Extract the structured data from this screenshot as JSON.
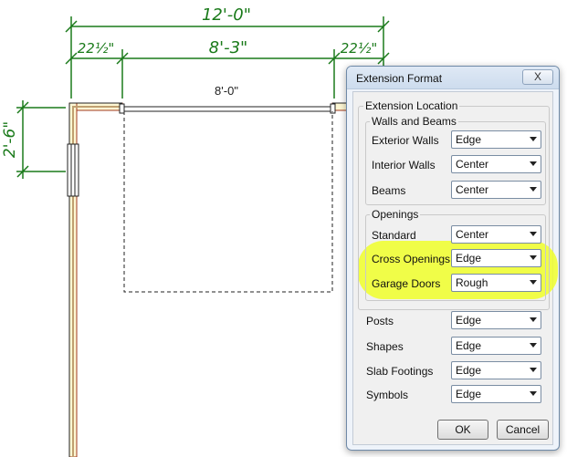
{
  "drawing": {
    "dim_total": "12'-0\"",
    "dim_left": "22½\"",
    "dim_middle": "8'-3\"",
    "dim_right": "22½\"",
    "dim_vertical": "2'-6\"",
    "opening_label": "8'-0\""
  },
  "dialog": {
    "title": "Extension Format",
    "close_label": "X",
    "extension_location": "Extension Location",
    "walls_and_beams_group": "Walls and Beams",
    "openings_group": "Openings",
    "rows_walls": [
      {
        "label": "Exterior Walls",
        "value": "Edge"
      },
      {
        "label": "Interior Walls",
        "value": "Center"
      },
      {
        "label": "Beams",
        "value": "Center"
      }
    ],
    "rows_openings": [
      {
        "label": "Standard",
        "value": "Center"
      },
      {
        "label": "Cross Openings",
        "value": "Edge"
      },
      {
        "label": "Garage Doors",
        "value": "Rough"
      }
    ],
    "rows_other": [
      {
        "label": "Posts",
        "value": "Edge"
      },
      {
        "label": "Shapes",
        "value": "Edge"
      },
      {
        "label": "Slab Footings",
        "value": "Edge"
      },
      {
        "label": "Symbols",
        "value": "Edge"
      }
    ],
    "ok_label": "OK",
    "cancel_label": "Cancel"
  },
  "colors": {
    "dimension": "#1a7a1a",
    "wall_fill": "#fdf7d3",
    "wall_outline": "#a23a1e",
    "highlight": "#f0ff2a"
  }
}
